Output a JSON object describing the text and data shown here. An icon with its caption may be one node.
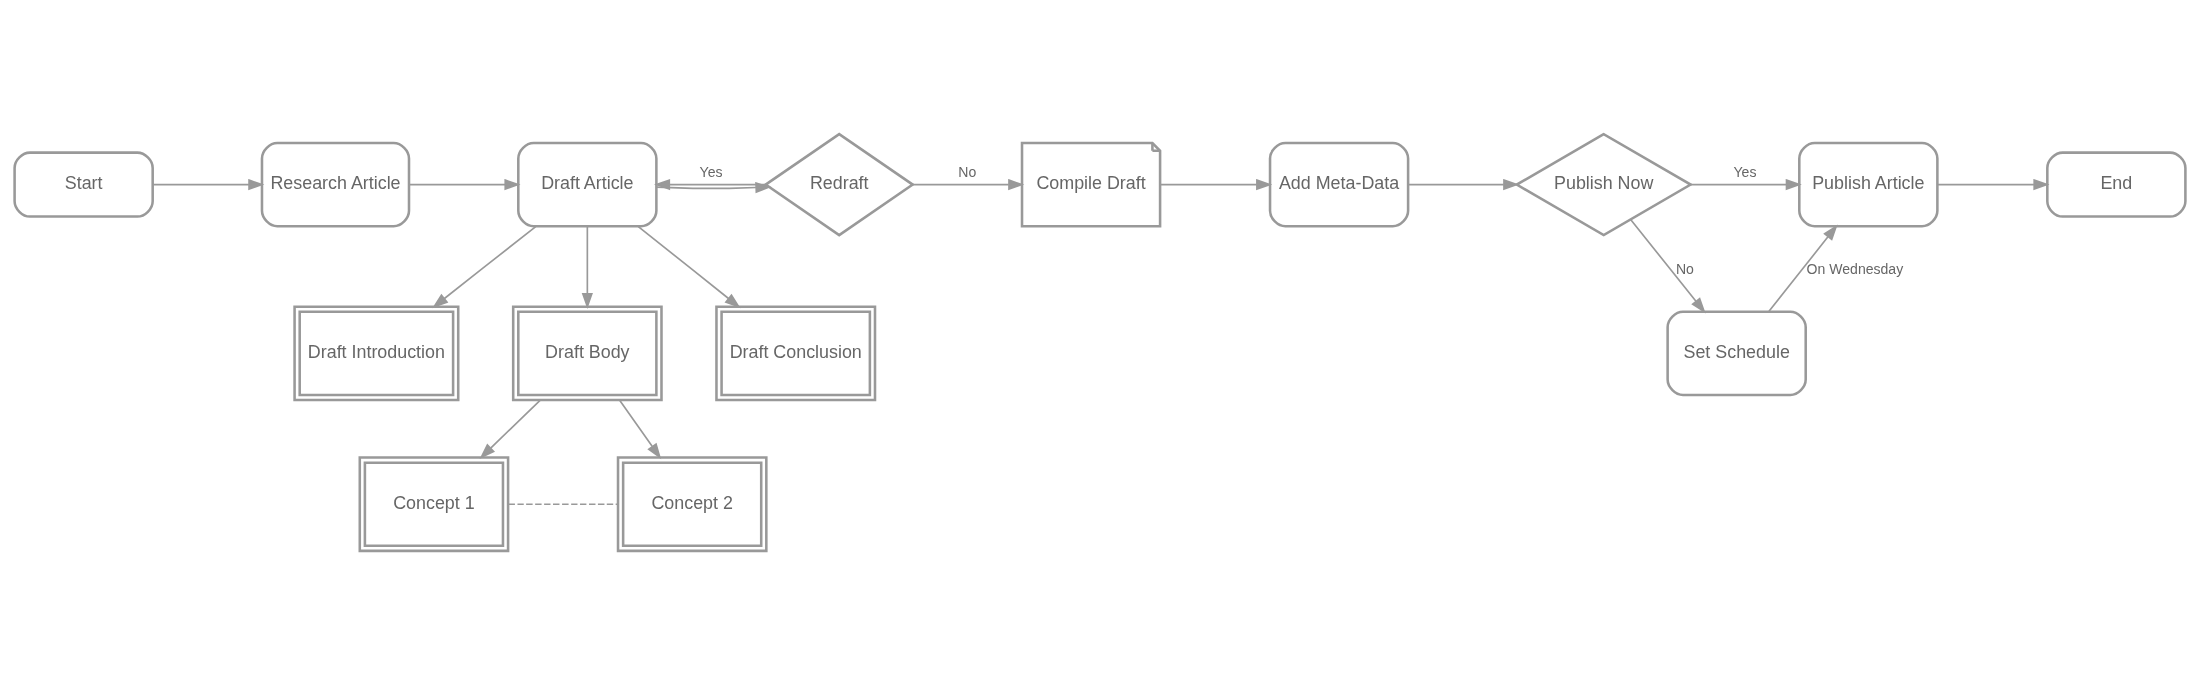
{
  "diagram": {
    "nodes": [
      {
        "text": [
          "Start"
        ]
      },
      {
        "text": [
          "Research Article"
        ]
      },
      {
        "text": [
          "Draft Article"
        ]
      },
      {
        "text": [
          "Redraft"
        ]
      },
      {
        "text": [
          "Compile Draft"
        ]
      },
      {
        "text": [
          "Add Meta-Data"
        ]
      },
      {
        "text": [
          "Publish Now"
        ]
      },
      {
        "text": [
          "Publish Article"
        ]
      },
      {
        "text": [
          "End"
        ]
      },
      {
        "text": [
          "Draft Introduction"
        ]
      },
      {
        "text": [
          "Draft Body"
        ]
      },
      {
        "text": [
          "Draft Conclusion"
        ]
      },
      {
        "text": [
          "Concept 1"
        ]
      },
      {
        "text": [
          "Concept 2"
        ]
      },
      {
        "text": [
          "Set Schedule"
        ]
      }
    ],
    "edges": [
      {
        "from": 0,
        "to": 1,
        "arrow": "to"
      },
      {
        "from": 1,
        "to": 2,
        "arrow": "to"
      },
      {
        "from": 2,
        "to": 3,
        "arrow": "to"
      },
      {
        "from": 3,
        "to": 2,
        "arrow": "to",
        "label": "Yes"
      },
      {
        "from": 3,
        "to": 4,
        "arrow": "to",
        "label": "No"
      },
      {
        "from": 4,
        "to": 5,
        "arrow": "to"
      },
      {
        "from": 5,
        "to": 6,
        "arrow": "to"
      },
      {
        "from": 6,
        "to": 7,
        "arrow": "to",
        "label": "Yes"
      },
      {
        "from": 7,
        "to": 8,
        "arrow": "to"
      },
      {
        "from": 2,
        "to": 9,
        "arrow": "to"
      },
      {
        "from": 2,
        "to": 10,
        "arrow": "to"
      },
      {
        "from": 2,
        "to": 11,
        "arrow": "to"
      },
      {
        "from": 10,
        "to": 12,
        "arrow": "to"
      },
      {
        "from": 10,
        "to": 13,
        "arrow": "to"
      },
      {
        "from": 12,
        "to": 13,
        "arrow": "none",
        "style": "dashed"
      },
      {
        "from": 6,
        "to": 14,
        "arrow": "to",
        "label": "No"
      },
      {
        "from": 14,
        "to": 7,
        "arrow": "to",
        "label": "On Wednesday"
      }
    ]
  }
}
